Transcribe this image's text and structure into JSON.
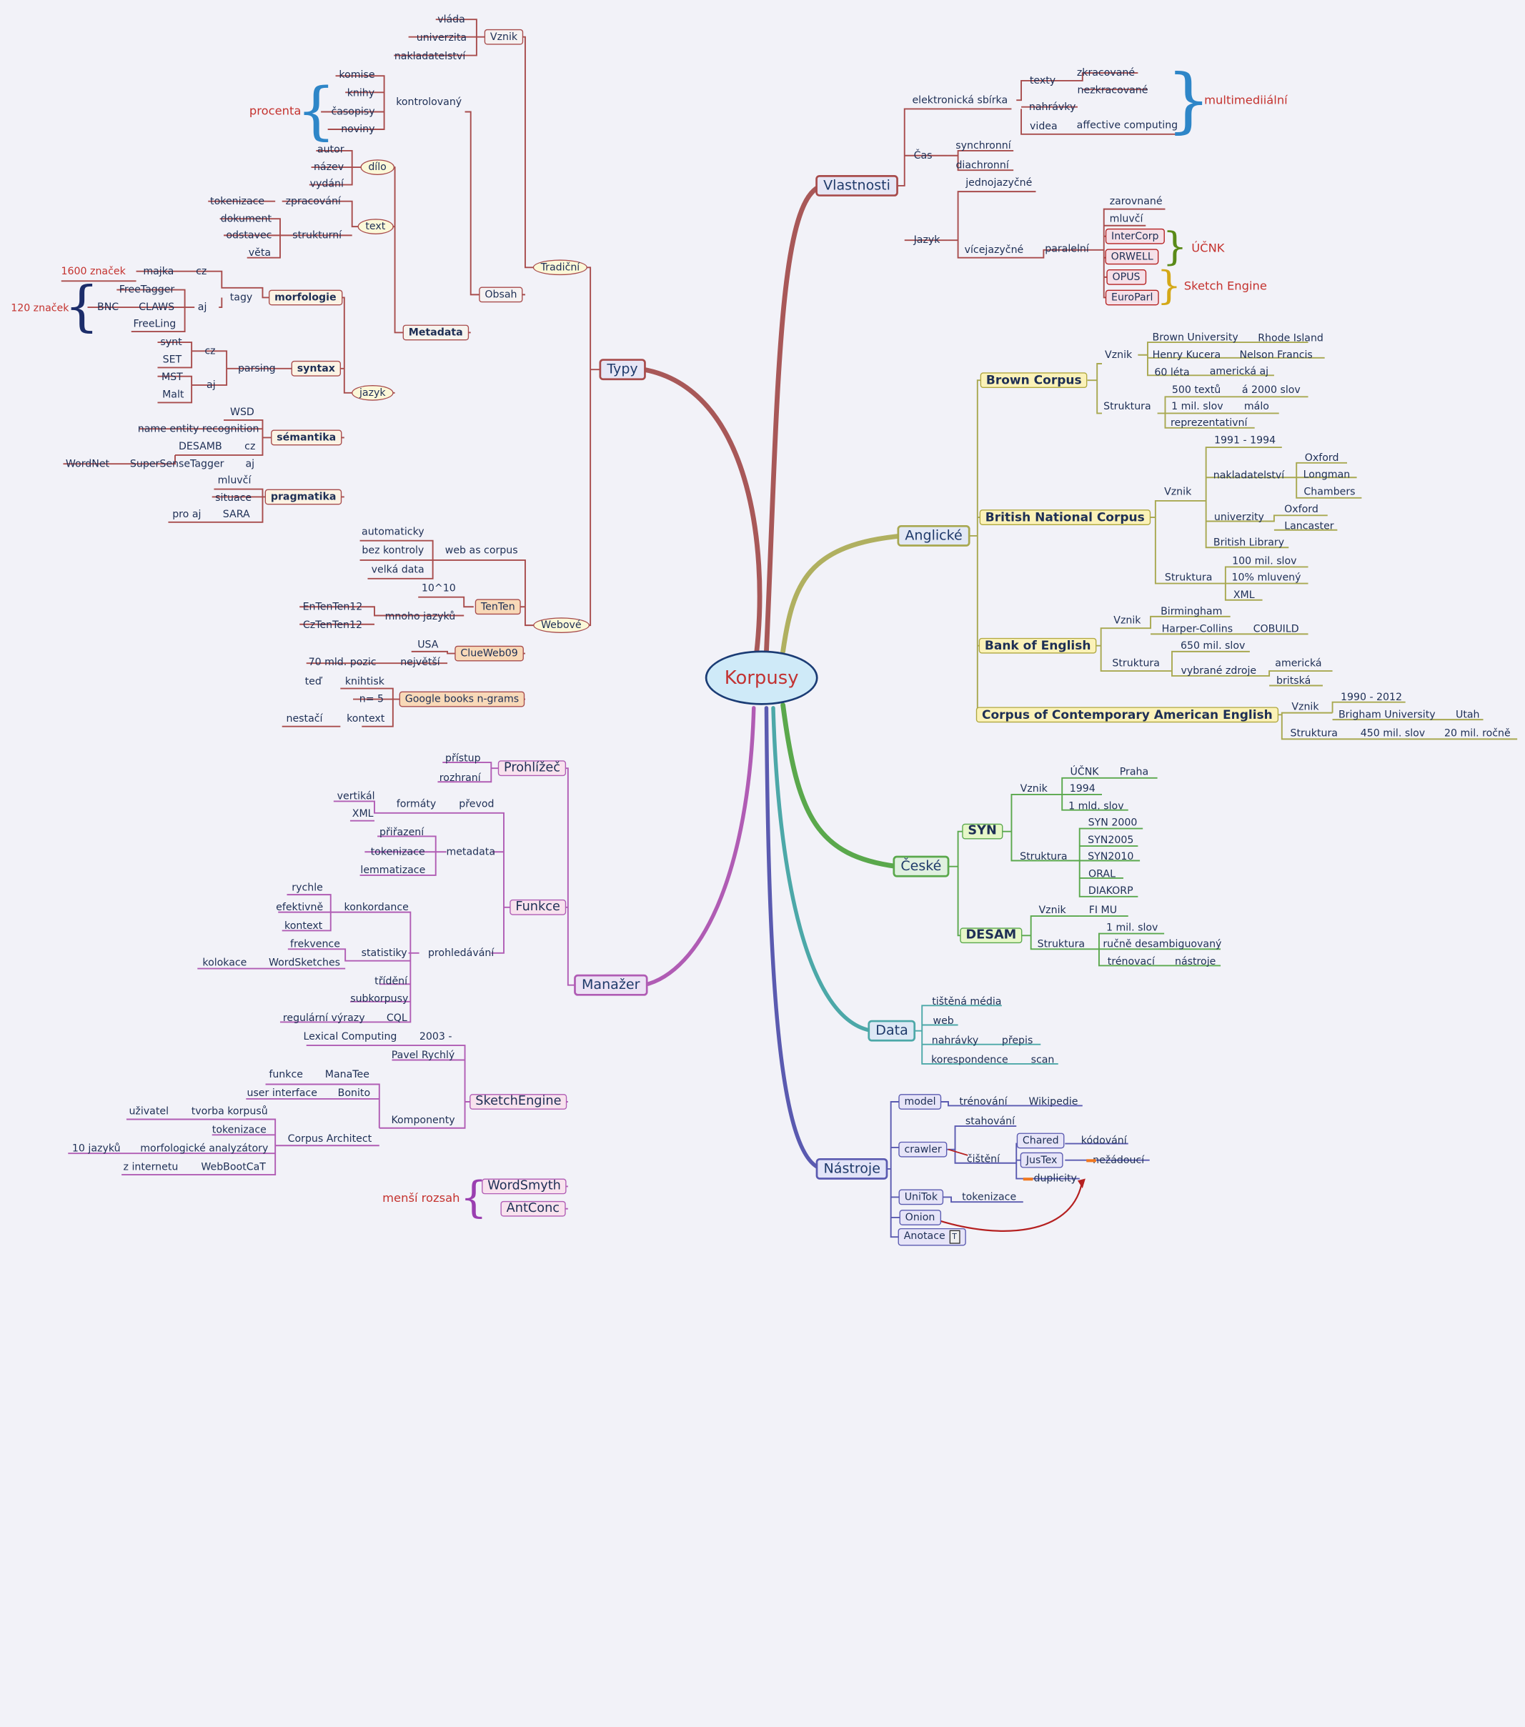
{
  "center": "Korpusy",
  "branches": {
    "typy": {
      "label": "Typy",
      "color": "#a84c4c",
      "tradicni": {
        "label": "Tradiční",
        "obsah": {
          "label": "Obsah",
          "vznik": {
            "label": "Vznik",
            "children": [
              "vláda",
              "univerzita",
              "nakladatelství"
            ]
          },
          "kontrolovany": {
            "label": "kontrolovaný",
            "children": [
              "komise",
              "knihy",
              "časopisy",
              "noviny"
            ],
            "annotation": "procenta"
          }
        },
        "metadata": {
          "label": "Metadata",
          "dilo": {
            "label": "dílo",
            "children": [
              "autor",
              "název",
              "vydání"
            ]
          },
          "text": {
            "label": "text",
            "zpracovani": "zpracování",
            "tokenizace": "tokenizace",
            "dokument": "dokument",
            "strukturni": "strukturní",
            "odstavec": "odstavec",
            "veta": "věta"
          },
          "jazyk": {
            "label": "jazyk",
            "morfologie": {
              "label": "morfologie",
              "tagy": "tagy",
              "cz": "cz",
              "majka": "majka",
              "pocet_cz": "1600 značek",
              "aj": "aj",
              "children_aj": [
                "FreeTagger",
                "CLAWS",
                "FreeLing"
              ],
              "bnc": "BNC",
              "pocet_aj": "120 značek"
            },
            "syntax": {
              "label": "syntax",
              "parsing": "parsing",
              "cz": "cz",
              "aj": "aj",
              "cz_tools": [
                "synt",
                "SET"
              ],
              "aj_tools": [
                "MST",
                "Malt"
              ]
            },
            "semantika": {
              "label": "sémantika",
              "wsd": "WSD",
              "ner": "name entity recognition",
              "desamb": "DESAMB",
              "cz": "cz",
              "sst": "SuperSenseTagger",
              "aj": "aj",
              "wordnet": "WordNet"
            },
            "pragmatika": {
              "label": "pragmatika",
              "mluvci": "mluvčí",
              "situace": "situace",
              "sara": "SARA",
              "pro_aj": "pro aj"
            }
          }
        }
      },
      "webove": {
        "label": "Webové",
        "wac": {
          "label": "web as corpus",
          "children": [
            "automaticky",
            "bez kontroly",
            "velká data"
          ]
        },
        "tenten": {
          "label": "TenTen",
          "tenpow": "10^10",
          "mnoho": "mnoho jazyků",
          "children": [
            "EnTenTen12",
            "CzTenTen12"
          ]
        },
        "clueweb": {
          "label": "ClueWeb09",
          "usa": "USA",
          "nejvetsi": "největší",
          "pozic": "70 mld. pozic"
        },
        "google": {
          "label": "Google books n-grams",
          "knihtisk": "knihtisk",
          "ted": "teď",
          "n5": "n= 5",
          "kontext": "kontext",
          "nestaci": "nestačí"
        }
      }
    },
    "manazer": {
      "label": "Manažer",
      "color": "#b05cb4",
      "prohlizec": {
        "label": "Prohlížeč",
        "children": [
          "přístup",
          "rozhraní"
        ]
      },
      "funkce": {
        "label": "Funkce",
        "prevod": "převod",
        "formaty": "formáty",
        "vertikal": "vertikál",
        "xml": "XML",
        "metadata": "metadata",
        "metadata_children": [
          "přiřazení",
          "tokenizace",
          "lemmatizace"
        ],
        "prohledavani": "prohledávání",
        "konkordance": "konkordance",
        "konk_children": [
          "rychle",
          "efektivně",
          "kontext"
        ],
        "statistiky": "statistiky",
        "frekvence": "frekvence",
        "wordsketches": "WordSketches",
        "kolokace": "kolokace",
        "trideni": "třídění",
        "subkorpusy": "subkorpusy",
        "cql": "CQL",
        "regularni": "regulární výrazy"
      },
      "sketchengine": {
        "label": "SketchEngine",
        "lexical": "Lexical Computing",
        "rok": "2003 -",
        "rychly": "Pavel Rychlý",
        "komponenty": "Komponenty",
        "manatee": "ManaTee",
        "funkce": "funkce",
        "bonito": "Bonito",
        "ui": "user interface",
        "ca": "Corpus Architect",
        "tvorba": "tvorba korpusů",
        "uzivatel": "uživatel",
        "tokenizace": "tokenizace",
        "morfo": "morfologické analyzátory",
        "jazyku": "10 jazyků",
        "wbc": "WebBootCaT",
        "internet": "z internetu"
      },
      "wordsmyth": "WordSmyth",
      "antconc": "AntConc",
      "annotation": "menší rozsah"
    },
    "vlastnosti": {
      "label": "Vlastnosti",
      "color": "#a84c4c",
      "elektronicka": "elektronická sbírka",
      "texty": "texty",
      "zkracovane": "zkracované",
      "nezkracovane": "nezkracované",
      "nahravky": "nahrávky",
      "videa": "videa",
      "affective": "affective computing",
      "multimedia": "multimediiální",
      "cas": "Čas",
      "synchronni": "synchronní",
      "diachronni": "diachronní",
      "jazyk": "Jazyk",
      "jednojazycne": "jednojazyčné",
      "vicejazycne": "vícejazyčné",
      "paralelni": "paralelní",
      "zarovnane": "zarovnané",
      "mluvci": "mluvčí",
      "corpora": [
        "InterCorp",
        "ORWELL",
        "OPUS",
        "EuroParl"
      ],
      "ucnk": "ÚČNK",
      "sketch": "Sketch Engine"
    },
    "anglicke": {
      "label": "Anglické",
      "color": "#a8a850",
      "brown": {
        "label": "Brown Corpus",
        "vznik": "Vznik",
        "bu": "Brown University",
        "ri": "Rhode Island",
        "hk": "Henry Kucera",
        "nf": "Nelson Francis",
        "leta": "60 léta",
        "amaj": "americká aj",
        "struktura": "Struktura",
        "texty": "500 textů",
        "slov2000": "á 2000 slov",
        "mil": "1 mil. slov",
        "malo": "málo",
        "repr": "reprezentativní"
      },
      "bnc": {
        "label": "British National Corpus",
        "vznik": "Vznik",
        "roky": "1991 - 1994",
        "nakl": "nakladatelství",
        "nakl_children": [
          "Oxford",
          "Longman",
          "Chambers"
        ],
        "univ": "univerzity",
        "univ_children": [
          "Oxford",
          "Lancaster"
        ],
        "bl": "British Library",
        "struktura": "Struktura",
        "str_children": [
          "100 mil. slov",
          "10% mluvený",
          "XML"
        ]
      },
      "boe": {
        "label": "Bank of English",
        "vznik": "Vznik",
        "birmingham": "Birmingham",
        "hc": "Harper-Collins",
        "cobuild": "COBUILD",
        "struktura": "Struktura",
        "slov": "650 mil. slov",
        "vybrane": "vybrané zdroje",
        "americka": "americká",
        "britska": "britská"
      },
      "coca": {
        "label": "Corpus of Contemporary American English",
        "vznik": "Vznik",
        "roky": "1990 - 2012",
        "byu": "Brigham University",
        "utah": "Utah",
        "struktura": "Struktura",
        "slov": "450 mil. slov",
        "rocne": "20 mil. ročně"
      }
    },
    "ceske": {
      "label": "České",
      "color": "#5aa84c",
      "syn": {
        "label": "SYN",
        "vznik": "Vznik",
        "ucnk": "ÚČNK",
        "praha": "Praha",
        "rok": "1994",
        "mld": "1 mld. slov",
        "struktura": "Struktura",
        "corpora": [
          "SYN 2000",
          "SYN2005",
          "SYN2010",
          "ORAL",
          "DIAKORP"
        ]
      },
      "desam": {
        "label": "DESAM",
        "vznik": "Vznik",
        "fimu": "FI MU",
        "struktura": "Struktura",
        "mil": "1 mil. slov",
        "rucne": "ručně desambiguovaný",
        "trenovaci": "trénovací",
        "nastroje": "nástroje"
      }
    },
    "data": {
      "label": "Data",
      "color": "#4ca8a8",
      "children": [
        "tištěná média",
        "web"
      ],
      "nahravky": "nahrávky",
      "prepis": "přepis",
      "korespondence": "korespondence",
      "scan": "scan"
    },
    "nastroje": {
      "label": "Nástroje",
      "color": "#5a5ab0",
      "model": "model",
      "trenovani": "trénování",
      "wikipedie": "Wikipedie",
      "crawler": "crawler",
      "stahovani": "stahování",
      "cisteni": "čištění",
      "chared": "Chared",
      "kodovani": "kódování",
      "justext": "JusTex",
      "nezadouci": "nežádoucí",
      "duplicity": "duplicity",
      "unitok": "UniTok",
      "tokenizace": "tokenizace",
      "onion": "Onion",
      "anotace": "Anotace"
    }
  }
}
